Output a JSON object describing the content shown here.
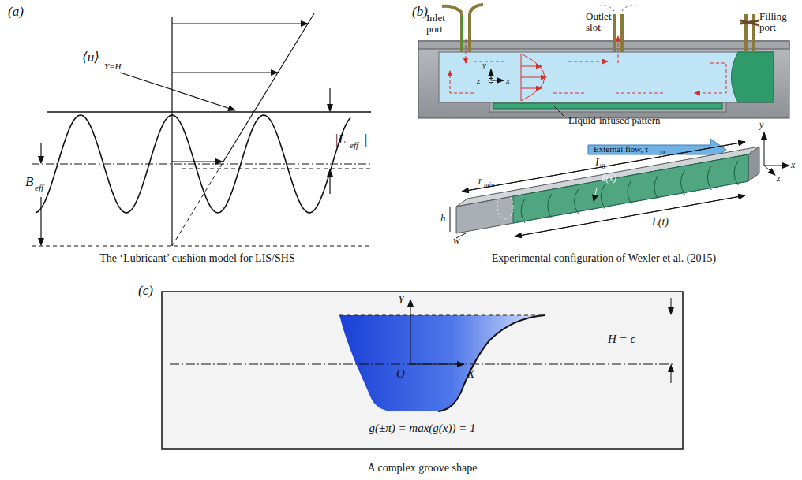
{
  "diagram": {
    "labels": [
      "(a)",
      "⟨u⟩",
      "Y=H",
      "|L",
      "eff",
      "|",
      "B",
      "eff",
      "The ‘Lubricant’ cushion model for LIS/SHS",
      "(b)",
      "Inlet port",
      "Outlet slot",
      "Filling port",
      "y",
      "z",
      "x",
      "Liquid-infused pattern",
      "External flow, τ",
      "yx",
      "L",
      "0",
      "r",
      "min",
      "δ(x)",
      "h",
      "w",
      "L(t)",
      "y",
      "x",
      "z",
      "Experimental configuration of Wexler et al. (2015)",
      "(c)",
      "Y",
      "O",
      "X",
      "H = ϵ",
      "g(±π) = max(g(x)) = 1",
      "A complex groove shape"
    ]
  }
}
